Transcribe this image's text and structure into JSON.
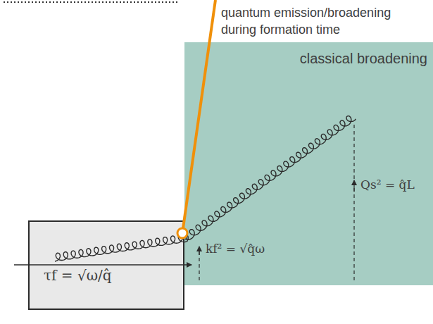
{
  "diagram": {
    "nodes": [
      {
        "text": [
          "classical broadening"
        ]
      },
      {
        "text": [
          "τf = √ω/q̂"
        ]
      }
    ],
    "labels": [
      "quantum emission/broadening during formation time",
      "kf² = √q̂ω",
      "Qs² = q̂L"
    ]
  }
}
